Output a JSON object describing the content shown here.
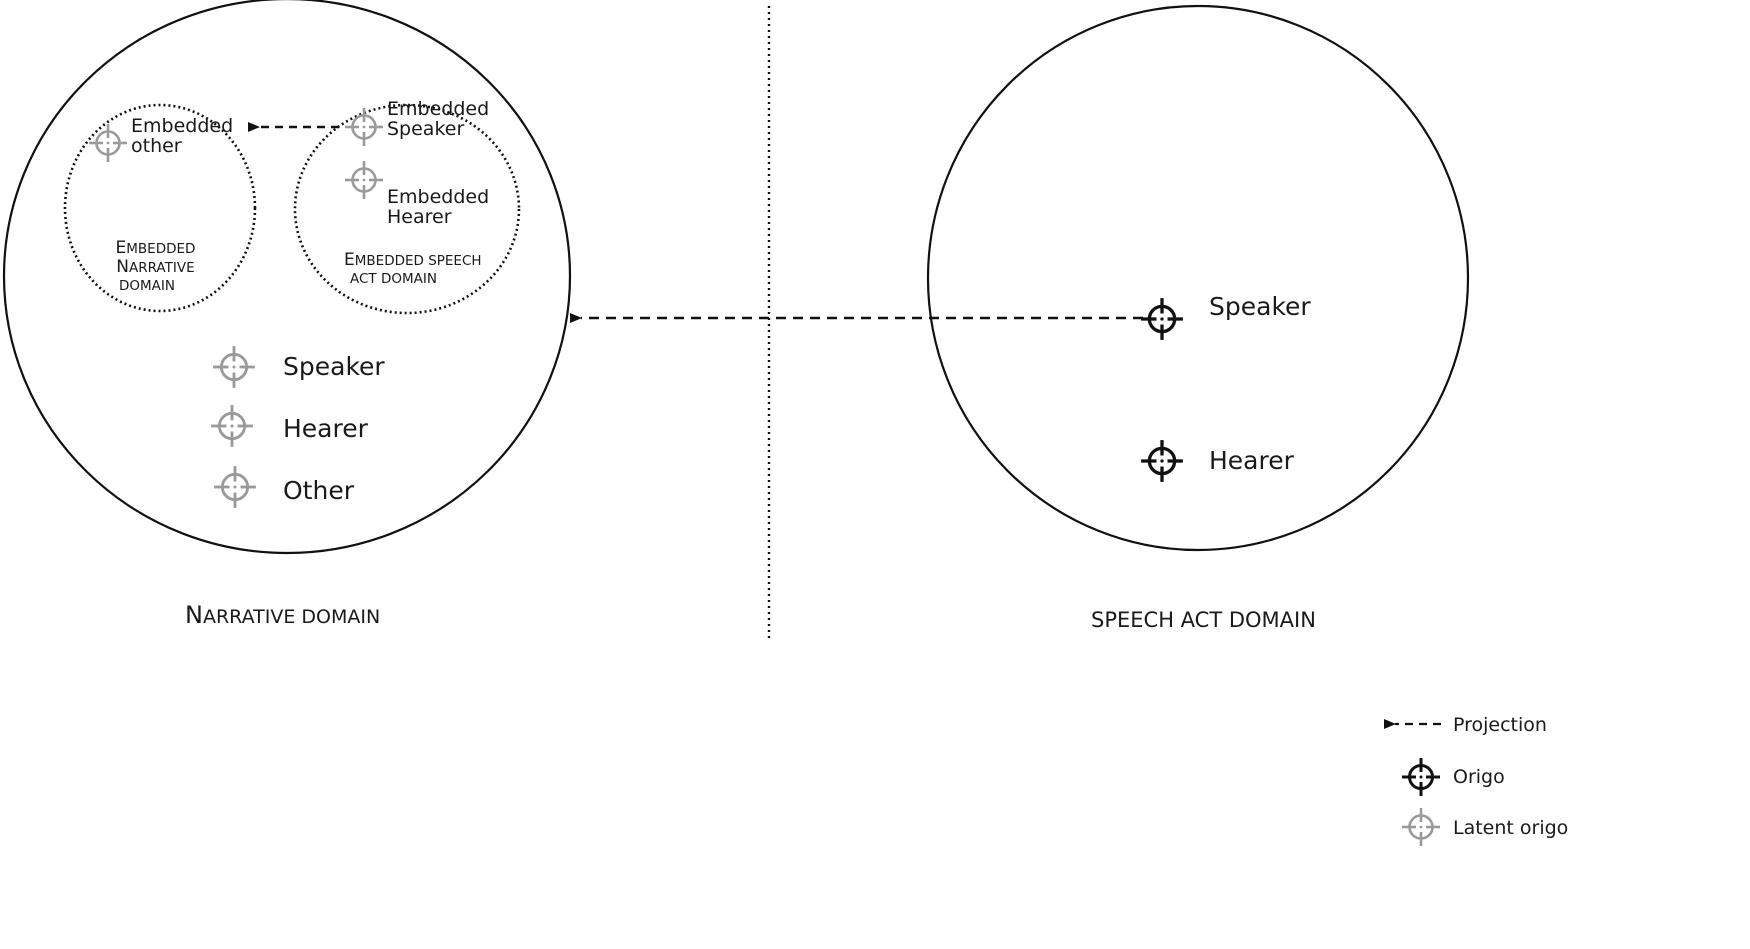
{
  "narrative_domain": {
    "title": {
      "initial": "N",
      "rest": "ARRATIVE DOMAIN"
    },
    "embedded_narrative": {
      "title_lines": [
        {
          "initial": "E",
          "rest": "MBEDDED"
        },
        {
          "initial": "N",
          "rest": "ARRATIVE"
        },
        {
          "initial": "",
          "rest": "DOMAIN"
        }
      ],
      "other": [
        "Embedded",
        "other"
      ]
    },
    "embedded_speech_act": {
      "title_lines": [
        {
          "initial": "E",
          "rest": "MBEDDED SPEECH"
        },
        {
          "initial": "",
          "rest": "ACT DOMAIN"
        }
      ],
      "speaker": [
        "Embedded",
        "Speaker"
      ],
      "hearer": [
        "Embedded",
        "Hearer"
      ]
    },
    "participants": [
      "Speaker",
      "Hearer",
      "Other"
    ]
  },
  "speech_act_domain": {
    "title": "SPEECH ACT DOMAIN",
    "participants": [
      "Speaker",
      "Hearer"
    ]
  },
  "legend": {
    "projection": "Projection",
    "origo": "Origo",
    "latent_origo": "Latent origo"
  },
  "colors": {
    "line": "#111111",
    "origo_icon": "#111111",
    "latent_origo_icon": "#9a9a9a"
  }
}
